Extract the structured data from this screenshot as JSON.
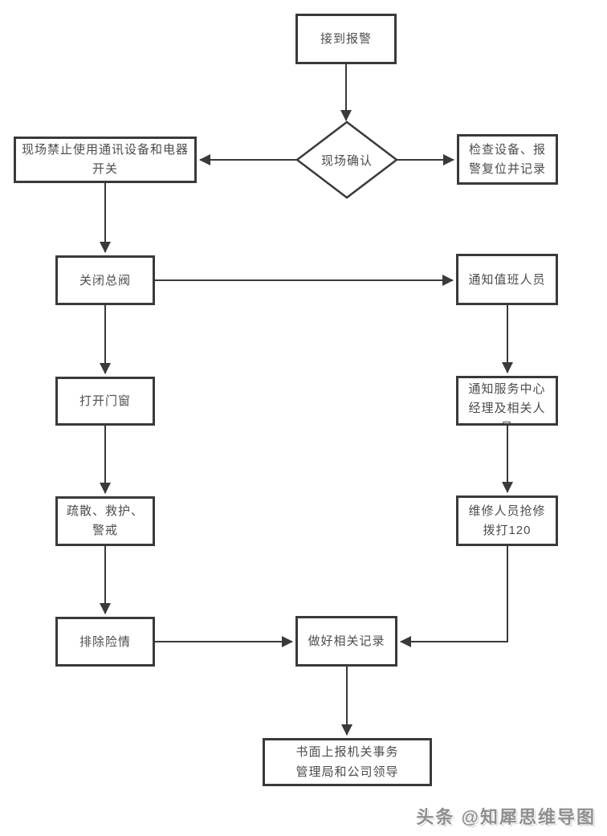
{
  "colors": {
    "line": "#3a3a3a",
    "node_border": "#3a3a3a",
    "text": "#4d4d4d",
    "background": "#ffffff",
    "watermark_text": "#8f8f8f"
  },
  "flowchart": {
    "nodes": {
      "receive_alarm": {
        "shape": "rect",
        "label": "接到报警"
      },
      "site_confirm": {
        "shape": "diamond",
        "label": "现场确认"
      },
      "forbid_devices": {
        "shape": "rect",
        "label": "现场禁止使用通讯设备和电器\n开关"
      },
      "check_equipment": {
        "shape": "rect",
        "label": "检查设备、报\n警复位并记录"
      },
      "close_valve": {
        "shape": "rect",
        "label": "关闭总阀"
      },
      "notify_duty": {
        "shape": "rect",
        "label": "通知值班人员"
      },
      "open_doors": {
        "shape": "rect",
        "label": "打开门窗"
      },
      "notify_center_manager": {
        "shape": "rect",
        "label": "通知服务中心\n经理及相关人\n员"
      },
      "evacuate_rescue_guard": {
        "shape": "rect",
        "label": "疏散、救护、\n警戒"
      },
      "repair_call_120": {
        "shape": "rect",
        "label": "维修人员抢修\n拨打120"
      },
      "eliminate_danger": {
        "shape": "rect",
        "label": "排除险情"
      },
      "make_records": {
        "shape": "rect",
        "label": "做好相关记录"
      },
      "written_report": {
        "shape": "rect",
        "label": "书面上报机关事务\n管理局和公司领导"
      }
    },
    "edges": [
      {
        "from": "receive_alarm",
        "to": "site_confirm"
      },
      {
        "from": "site_confirm",
        "to": "forbid_devices"
      },
      {
        "from": "site_confirm",
        "to": "check_equipment"
      },
      {
        "from": "forbid_devices",
        "to": "close_valve"
      },
      {
        "from": "close_valve",
        "to": "notify_duty"
      },
      {
        "from": "close_valve",
        "to": "open_doors"
      },
      {
        "from": "open_doors",
        "to": "evacuate_rescue_guard"
      },
      {
        "from": "evacuate_rescue_guard",
        "to": "eliminate_danger"
      },
      {
        "from": "eliminate_danger",
        "to": "make_records"
      },
      {
        "from": "notify_duty",
        "to": "notify_center_manager"
      },
      {
        "from": "notify_center_manager",
        "to": "repair_call_120"
      },
      {
        "from": "repair_call_120",
        "to": "make_records"
      },
      {
        "from": "make_records",
        "to": "written_report"
      }
    ]
  },
  "watermark": {
    "text": "头条 @知犀思维导图"
  }
}
